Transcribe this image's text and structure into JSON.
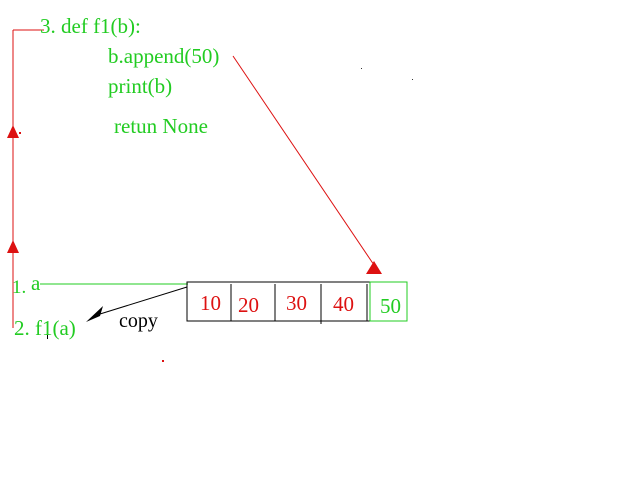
{
  "code": {
    "def_line": "3. def f1(b):",
    "append_line": "b.append(50)",
    "print_line": "print(b)",
    "return_line": "retun None"
  },
  "labels": {
    "var_a": "a",
    "step1_marker": "1.",
    "call_line": "2. f1(a)",
    "copy": "copy"
  },
  "list_values": [
    "10",
    "20",
    "30",
    "40",
    "50"
  ],
  "colors": {
    "code_text": "#22cc22",
    "arrows": "#dd1111",
    "list_values": "#dd1111",
    "appended_value": "#22cc22",
    "copy_arrow": "#000000"
  }
}
